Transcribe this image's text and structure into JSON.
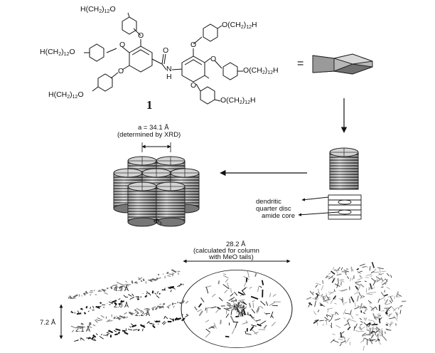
{
  "molecule": {
    "groups": [
      {
        "pre": "H(CH",
        "sub": "2",
        "post": ")",
        "sub2": "12",
        "end": "O"
      },
      {
        "pre": "H(CH",
        "sub": "2",
        "post": ")",
        "sub2": "12",
        "end": "O"
      },
      {
        "pre": "H(CH",
        "sub": "2",
        "post": ")",
        "sub2": "12",
        "end": "O"
      },
      {
        "pre": "O(CH",
        "sub": "2",
        "post": ")",
        "sub2": "12",
        "end": "H"
      },
      {
        "pre": "O(CH",
        "sub": "2",
        "post": ")",
        "sub2": "12",
        "end": "H"
      },
      {
        "pre": "O(CH",
        "sub": "2",
        "post": ")",
        "sub2": "12",
        "end": "H"
      }
    ],
    "atom_labels": {
      "o1": "O",
      "o2": "O",
      "o3": "O",
      "o4": "O",
      "o5": "O",
      "o6": "O",
      "carbonyl_o": "O",
      "n": "N",
      "h": "H"
    },
    "compound_number": "1",
    "equals": "="
  },
  "lattice": {
    "spacing_line1": "a = 34.1 Å",
    "spacing_line2": "(determined by XRD)",
    "phase_symbol": "Φ",
    "phase_sub": "h"
  },
  "column_labels": {
    "dendritic_line1": "dendritic",
    "dendritic_line2": "quarter disc",
    "amide_core": "amide core"
  },
  "model": {
    "column_width_line1": "28.2 Å",
    "column_width_line2": "(calculated for column",
    "column_width_line3": "with MeO tails)",
    "dist_a": "4.9 Å",
    "dist_b": "2.0 Å",
    "dist_c": "2.2 Å",
    "dist_d": "2.1 Å",
    "stack_height": "7.2 Å"
  }
}
